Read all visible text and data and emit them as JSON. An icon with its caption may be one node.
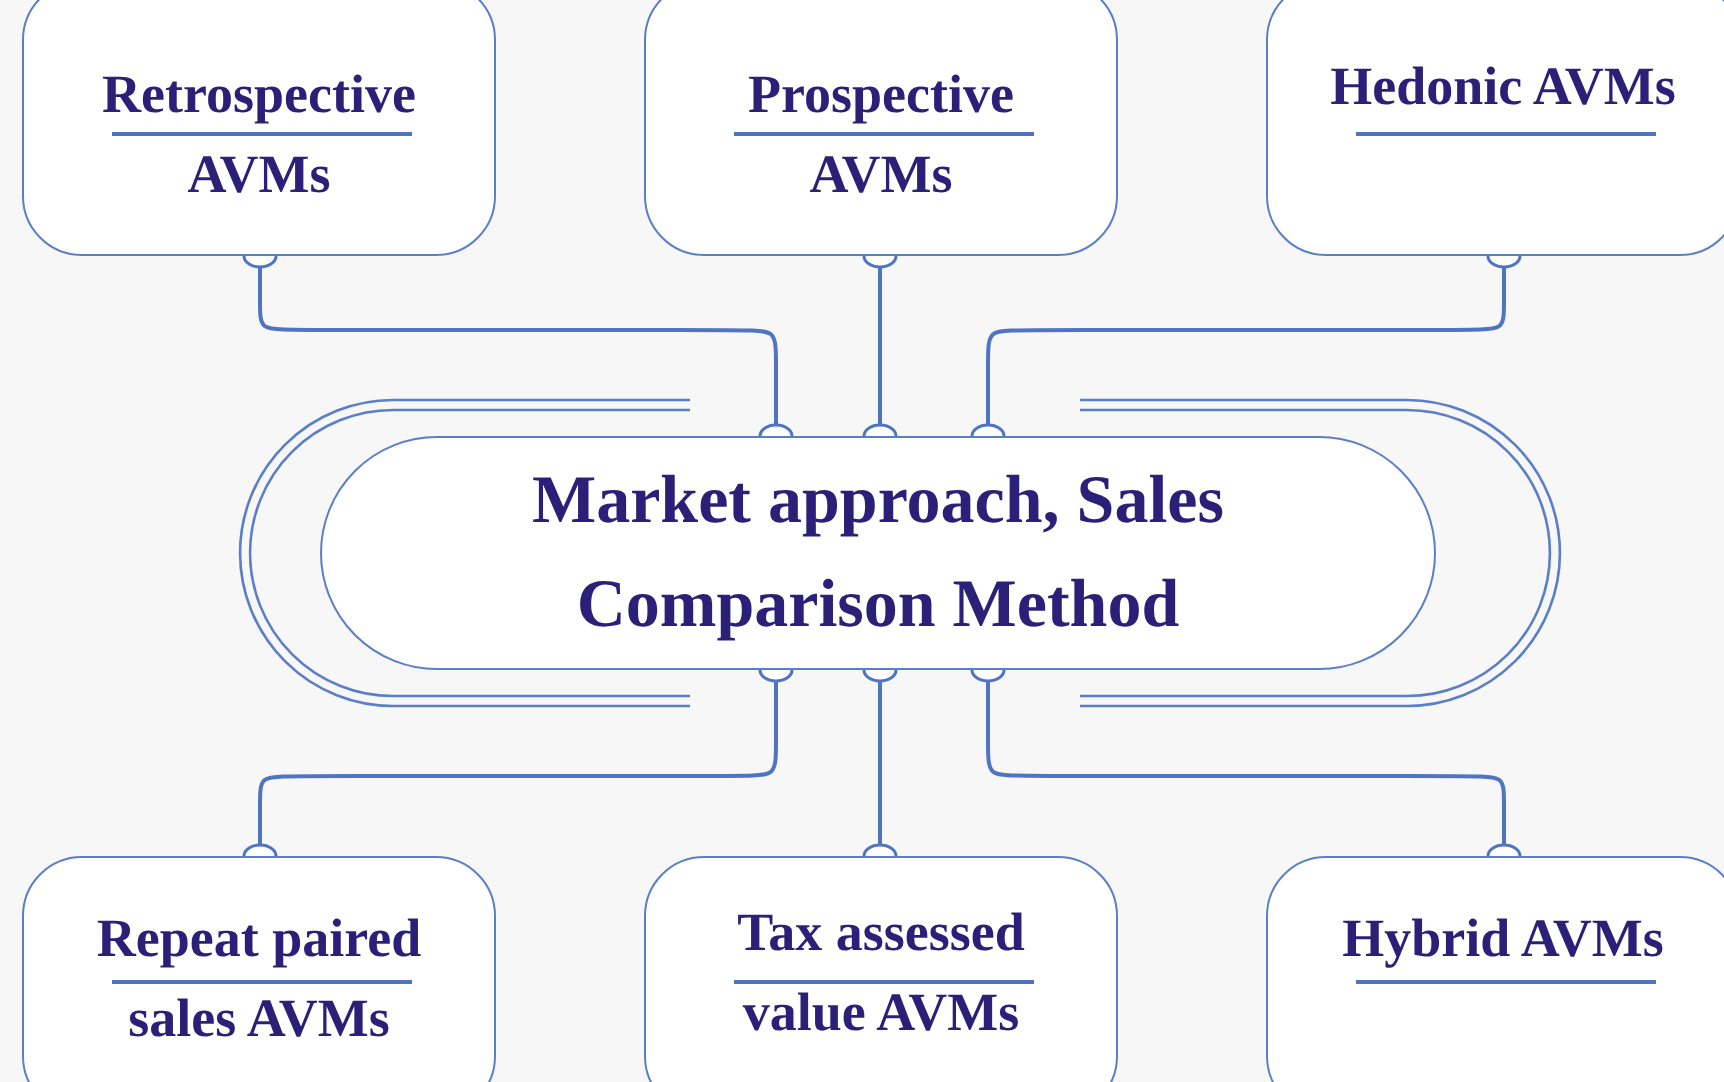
{
  "diagram": {
    "nodes": [
      {
        "text": [
          "Retrospective AVMs"
        ]
      },
      {
        "text": [
          "Prospective AVMs"
        ]
      },
      {
        "text": [
          "Hedonic AVMs"
        ]
      },
      {
        "text": [
          "Market approach, Sales Comparison Method"
        ]
      },
      {
        "text": [
          "Repeat paired sales AVMs"
        ]
      },
      {
        "text": [
          "Tax assessed value AVMs"
        ]
      },
      {
        "text": [
          "Hybrid AVMs"
        ]
      }
    ],
    "edges": [
      {
        "from": 3,
        "to": 0,
        "arrow": "other"
      },
      {
        "from": 3,
        "to": 1,
        "arrow": "other"
      },
      {
        "from": 3,
        "to": 2,
        "arrow": "other"
      },
      {
        "from": 3,
        "to": 4,
        "arrow": "other"
      },
      {
        "from": 3,
        "to": 5,
        "arrow": "other"
      },
      {
        "from": 3,
        "to": 6,
        "arrow": "other"
      }
    ]
  }
}
